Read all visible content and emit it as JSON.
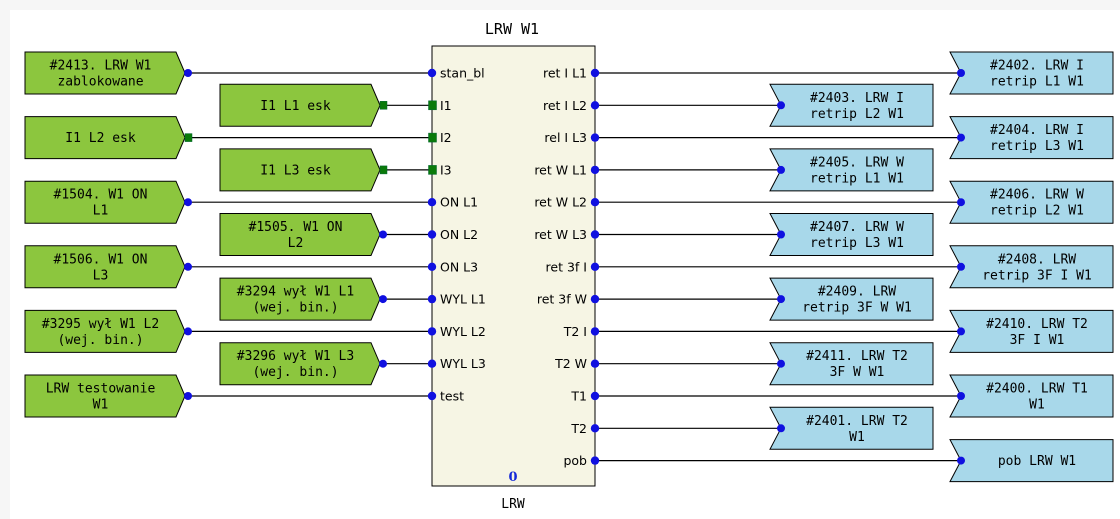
{
  "block": {
    "title": "LRW W1",
    "type_label": "LRW",
    "counter": "0"
  },
  "colors": {
    "input_fill": "#8cc63e",
    "output_fill": "#a8d8ea",
    "block_fill": "#f6f5e4",
    "wire": "#000000",
    "dot_blue": "#1010e0",
    "dot_green": "#0a7a0a"
  },
  "inputs": [
    {
      "port": "stan_bl",
      "lines": [
        "#2413. LRW W1",
        "zablokowane"
      ],
      "column": "far",
      "kind": "bool"
    },
    {
      "port": "I1",
      "lines": [
        "I1 L1 esk"
      ],
      "column": "near",
      "kind": "analog"
    },
    {
      "port": "I2",
      "lines": [
        "I1 L2 esk"
      ],
      "column": "far",
      "kind": "analog"
    },
    {
      "port": "I3",
      "lines": [
        "I1 L3 esk"
      ],
      "column": "near",
      "kind": "analog"
    },
    {
      "port": "ON L1",
      "lines": [
        "#1504. W1 ON",
        "L1"
      ],
      "column": "far",
      "kind": "bool"
    },
    {
      "port": "ON L2",
      "lines": [
        "#1505. W1 ON",
        "L2"
      ],
      "column": "near",
      "kind": "bool"
    },
    {
      "port": "ON L3",
      "lines": [
        "#1506. W1 ON",
        "L3"
      ],
      "column": "far",
      "kind": "bool"
    },
    {
      "port": "WYL L1",
      "lines": [
        "#3294 wył W1 L1",
        "(wej. bin.)"
      ],
      "column": "near",
      "kind": "bool"
    },
    {
      "port": "WYL L2",
      "lines": [
        "#3295 wył W1 L2",
        "(wej. bin.)"
      ],
      "column": "far",
      "kind": "bool"
    },
    {
      "port": "WYL L3",
      "lines": [
        "#3296 wył W1 L3",
        "(wej. bin.)"
      ],
      "column": "near",
      "kind": "bool"
    },
    {
      "port": "test",
      "lines": [
        "LRW testowanie",
        "W1"
      ],
      "column": "far",
      "kind": "bool"
    }
  ],
  "outputs": [
    {
      "port": "ret I L1",
      "lines": [
        "#2402. LRW I",
        "retrip L1 W1"
      ],
      "column": "far"
    },
    {
      "port": "ret I L2",
      "lines": [
        "#2403. LRW I",
        "retrip L2 W1"
      ],
      "column": "near"
    },
    {
      "port": "rel I L3",
      "lines": [
        "#2404. LRW I",
        "retrip L3 W1"
      ],
      "column": "far"
    },
    {
      "port": "ret W L1",
      "lines": [
        "#2405. LRW W",
        "retrip L1 W1"
      ],
      "column": "near"
    },
    {
      "port": "ret W L2",
      "lines": [
        "#2406. LRW W",
        "retrip L2 W1"
      ],
      "column": "far"
    },
    {
      "port": "ret W L3",
      "lines": [
        "#2407. LRW W",
        "retrip L3 W1"
      ],
      "column": "near"
    },
    {
      "port": "ret 3f I",
      "lines": [
        "#2408. LRW",
        "retrip 3F I W1"
      ],
      "column": "far"
    },
    {
      "port": "ret 3f W",
      "lines": [
        "#2409. LRW",
        "retrip 3F W W1"
      ],
      "column": "near"
    },
    {
      "port": "T2 I",
      "lines": [
        "#2410. LRW T2",
        "3F I W1"
      ],
      "column": "far"
    },
    {
      "port": "T2 W",
      "lines": [
        "#2411. LRW T2",
        "3F W W1"
      ],
      "column": "near"
    },
    {
      "port": "T1",
      "lines": [
        "#2400. LRW T1",
        "W1"
      ],
      "column": "far"
    },
    {
      "port": "T2",
      "lines": [
        "#2401. LRW T2",
        "W1"
      ],
      "column": "near"
    },
    {
      "port": "pob",
      "lines": [
        "pob LRW W1"
      ],
      "column": "far"
    }
  ]
}
